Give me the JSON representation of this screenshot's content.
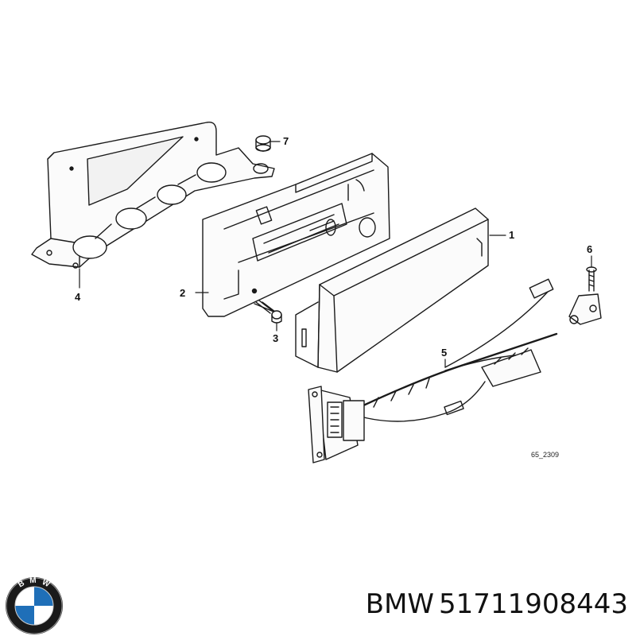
{
  "diagram": {
    "callouts": [
      {
        "id": "1",
        "label": "1"
      },
      {
        "id": "2",
        "label": "2"
      },
      {
        "id": "3",
        "label": "3"
      },
      {
        "id": "4",
        "label": "4"
      },
      {
        "id": "5",
        "label": "5"
      },
      {
        "id": "6",
        "label": "6"
      },
      {
        "id": "7",
        "label": "7"
      }
    ],
    "reference": "65_2309"
  },
  "footer": {
    "brand": "BMW",
    "part_number": "51711908443"
  },
  "logo": {
    "icon": "bmw-roundel-icon",
    "lettering": "BMW",
    "colors": {
      "ring": "#1a1a1a",
      "blue": "#1f6fb8",
      "white": "#ffffff"
    }
  }
}
